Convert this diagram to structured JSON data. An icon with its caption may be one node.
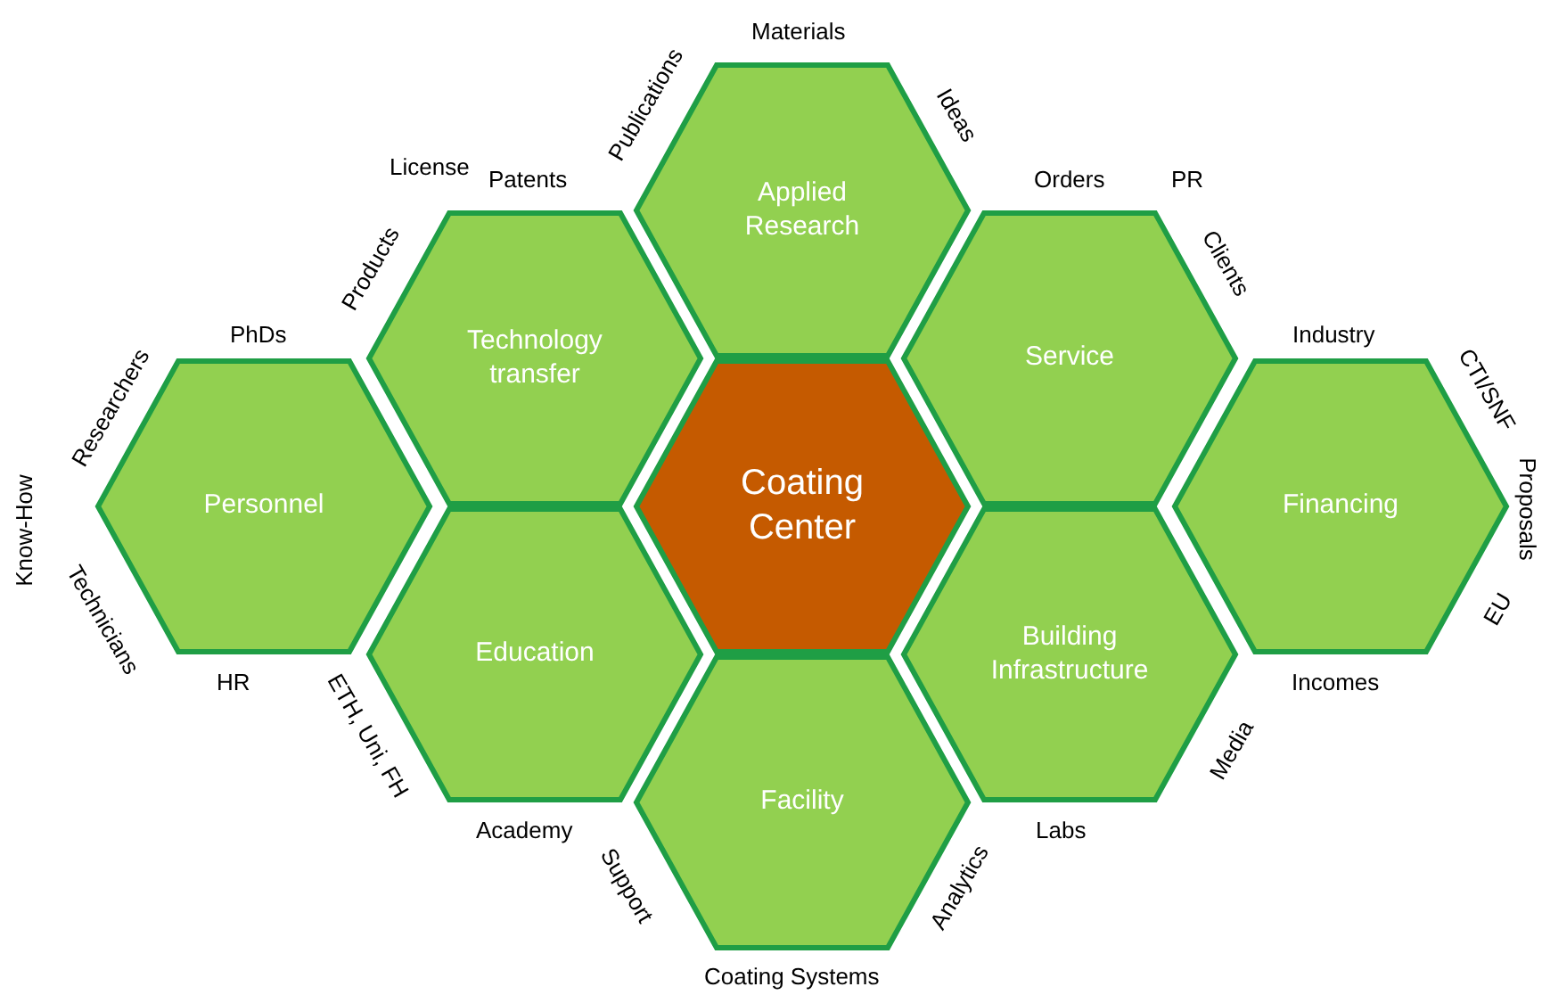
{
  "diagram": {
    "nodes": [
      {
        "text": [
          "Applied Research"
        ]
      },
      {
        "text": [
          "Technology transfer"
        ]
      },
      {
        "text": [
          "Service"
        ]
      },
      {
        "text": [
          "Personnel"
        ]
      },
      {
        "text": [
          "Coating Center"
        ]
      },
      {
        "text": [
          "Financing"
        ]
      },
      {
        "text": [
          "Education"
        ]
      },
      {
        "text": [
          "Building Infrastructure"
        ]
      },
      {
        "text": [
          "Facility"
        ]
      }
    ],
    "labels": [
      "Materials",
      "Publications",
      "Ideas",
      "License",
      "Patents",
      "Orders",
      "PR",
      "Products",
      "Clients",
      "PhDs",
      "Industry",
      "Researchers",
      "CTI/SNF",
      "Know-How",
      "Proposals",
      "Technicians",
      "EU",
      "HR",
      "Incomes",
      "ETH, Uni, FH",
      "Media",
      "Academy",
      "Labs",
      "Support",
      "Analytics",
      "Coating Systems"
    ]
  }
}
